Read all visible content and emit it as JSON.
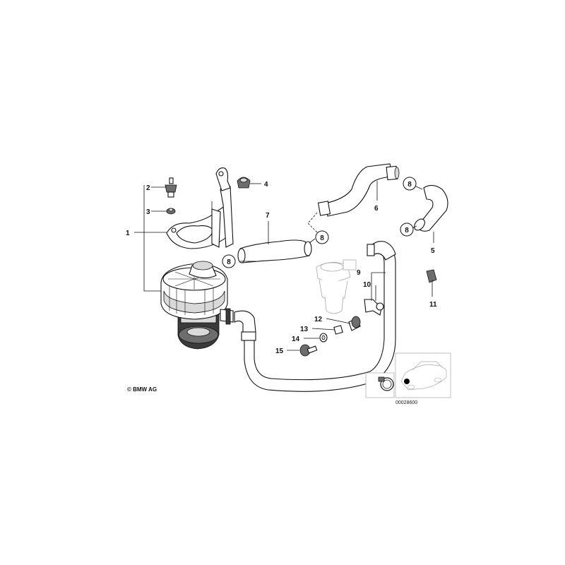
{
  "callouts": {
    "c1": "1",
    "c2": "2",
    "c3": "3",
    "c4": "4",
    "c5": "5",
    "c6": "6",
    "c7": "7",
    "c9": "9",
    "c10": "10",
    "c11": "11",
    "c12": "12",
    "c13": "13",
    "c14": "14",
    "c15": "15",
    "inset_8": "8"
  },
  "circled_labels": {
    "hose_top_a": "8",
    "hose_top_b": "8",
    "hose7_end": "8",
    "hose7_start": "8"
  },
  "copyright": "© BMW AG",
  "inset_document_number": "00028600"
}
